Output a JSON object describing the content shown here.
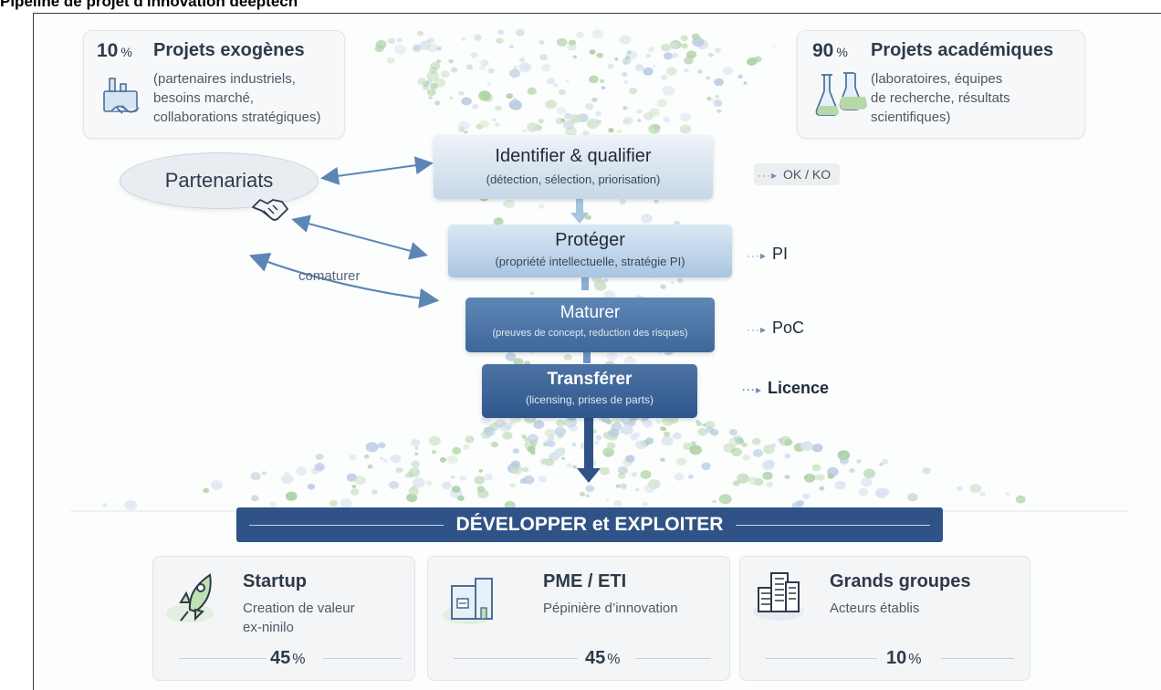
{
  "page_title": "Pipeline de projet d'innovation deeptech",
  "top_left": {
    "percent": "10",
    "percent_sign": "%",
    "title": "Projets exogènes",
    "lines": [
      "(partenaires industriels,",
      "besoins marché,",
      "collaborations stratégiques)"
    ]
  },
  "top_right": {
    "percent": "90",
    "percent_sign": "%",
    "title": "Projets académiques",
    "lines": [
      "(laboratoires, équipes",
      "de recherche, résultats",
      "scientifiques)"
    ]
  },
  "partnerships": {
    "label": "Partenariats"
  },
  "comaturer": "comaturer",
  "steps": [
    {
      "title": "Identifier & qualifier",
      "subtitle": "(détection, sélection, priorisation)",
      "outcome": "OK / KO"
    },
    {
      "title": "Protéger",
      "subtitle": "(propriété intellectuelle, stratégie PI)",
      "outcome": "PI"
    },
    {
      "title": "Maturer",
      "subtitle": "(preuves de concept, reduction des risques)",
      "outcome": "PoC"
    },
    {
      "title": "Transférer",
      "subtitle": "(licensing, prises de parts)",
      "outcome": "Licence"
    }
  ],
  "outcome_connector": "···▸",
  "banner": {
    "label": "DÉVELOPPER et EXPLOITER"
  },
  "exploitation": [
    {
      "title": "Startup",
      "lines": [
        "Creation de valeur",
        "ex-ninilo"
      ],
      "percent": "45",
      "percent_sign": "%",
      "icon": "rocket-icon"
    },
    {
      "title": "PME / ETI",
      "lines": [
        "Pépinière d’innovation"
      ],
      "percent": "45",
      "percent_sign": "%",
      "icon": "building-icon"
    },
    {
      "title": "Grands groupes",
      "lines": [
        "Acteurs établis"
      ],
      "percent": "10",
      "percent_sign": "%",
      "icon": "city-icon"
    }
  ],
  "colors": {
    "navy": "#2f5386",
    "light_blue": "#c6d7e8",
    "dot_green": "#a9cfa0",
    "dot_blue": "#b8cbe0"
  }
}
